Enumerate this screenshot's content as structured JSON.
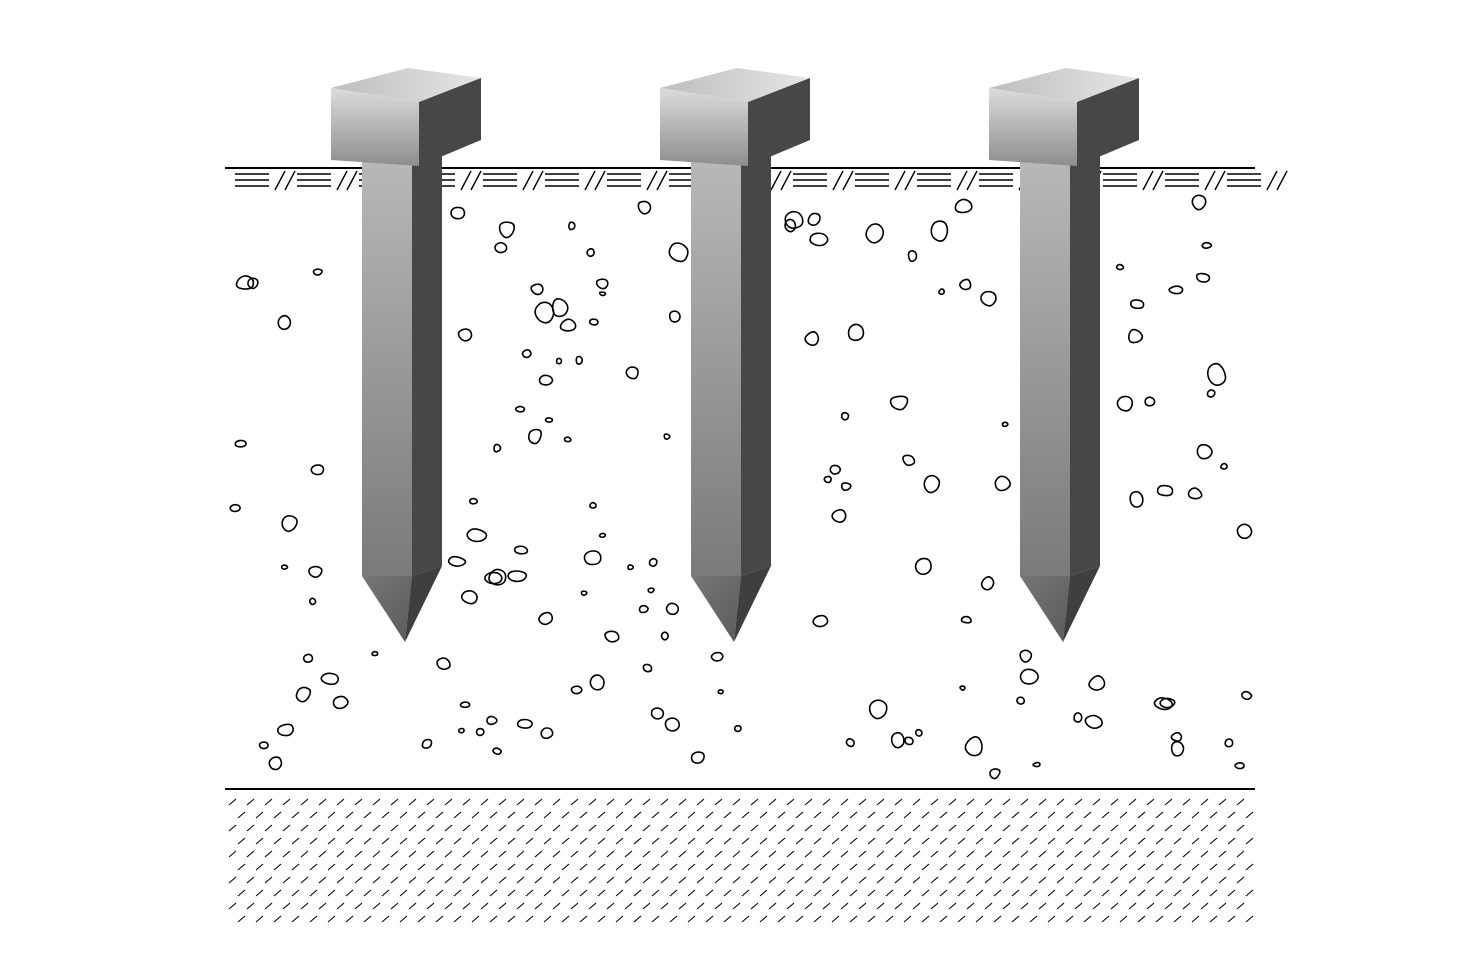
{
  "diagram": {
    "subject": "driven-piles",
    "colors": {
      "background": "#ffffff",
      "ink": "#000000",
      "pile_light": "#c8c8c8",
      "pile_mid": "#8c8c8c",
      "pile_dark": "#474747",
      "cap_top": "#d2d2d2"
    },
    "piles": [
      {
        "name": "pile-1"
      },
      {
        "name": "pile-2"
      },
      {
        "name": "pile-3"
      }
    ],
    "layers": [
      {
        "name": "ground-surface"
      },
      {
        "name": "upper-soil-with-stones"
      },
      {
        "name": "lower-hatched-soil"
      }
    ]
  }
}
